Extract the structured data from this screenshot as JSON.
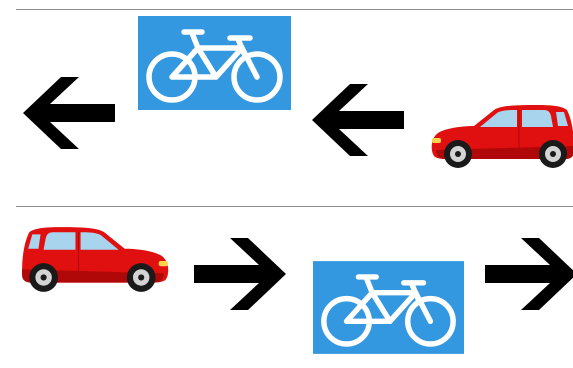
{
  "colors": {
    "background": "#ffffff",
    "divider": "#8a8a8a",
    "sign_blue": "#3498e0",
    "sign_symbol": "#ffffff",
    "arrow": "#000000",
    "car_body": "#e01010",
    "car_shadow": "#b00808",
    "car_window": "#a8d4ee",
    "tire": "#1a1a1a",
    "rim": "#d4d4d4"
  },
  "rows": [
    {
      "direction": "left",
      "sequence": [
        "arrow-left-icon",
        "bicycle-sign",
        "arrow-left-icon",
        "car-icon"
      ]
    },
    {
      "direction": "right",
      "sequence": [
        "car-icon",
        "arrow-right-icon",
        "bicycle-sign",
        "arrow-right-icon"
      ]
    }
  ]
}
